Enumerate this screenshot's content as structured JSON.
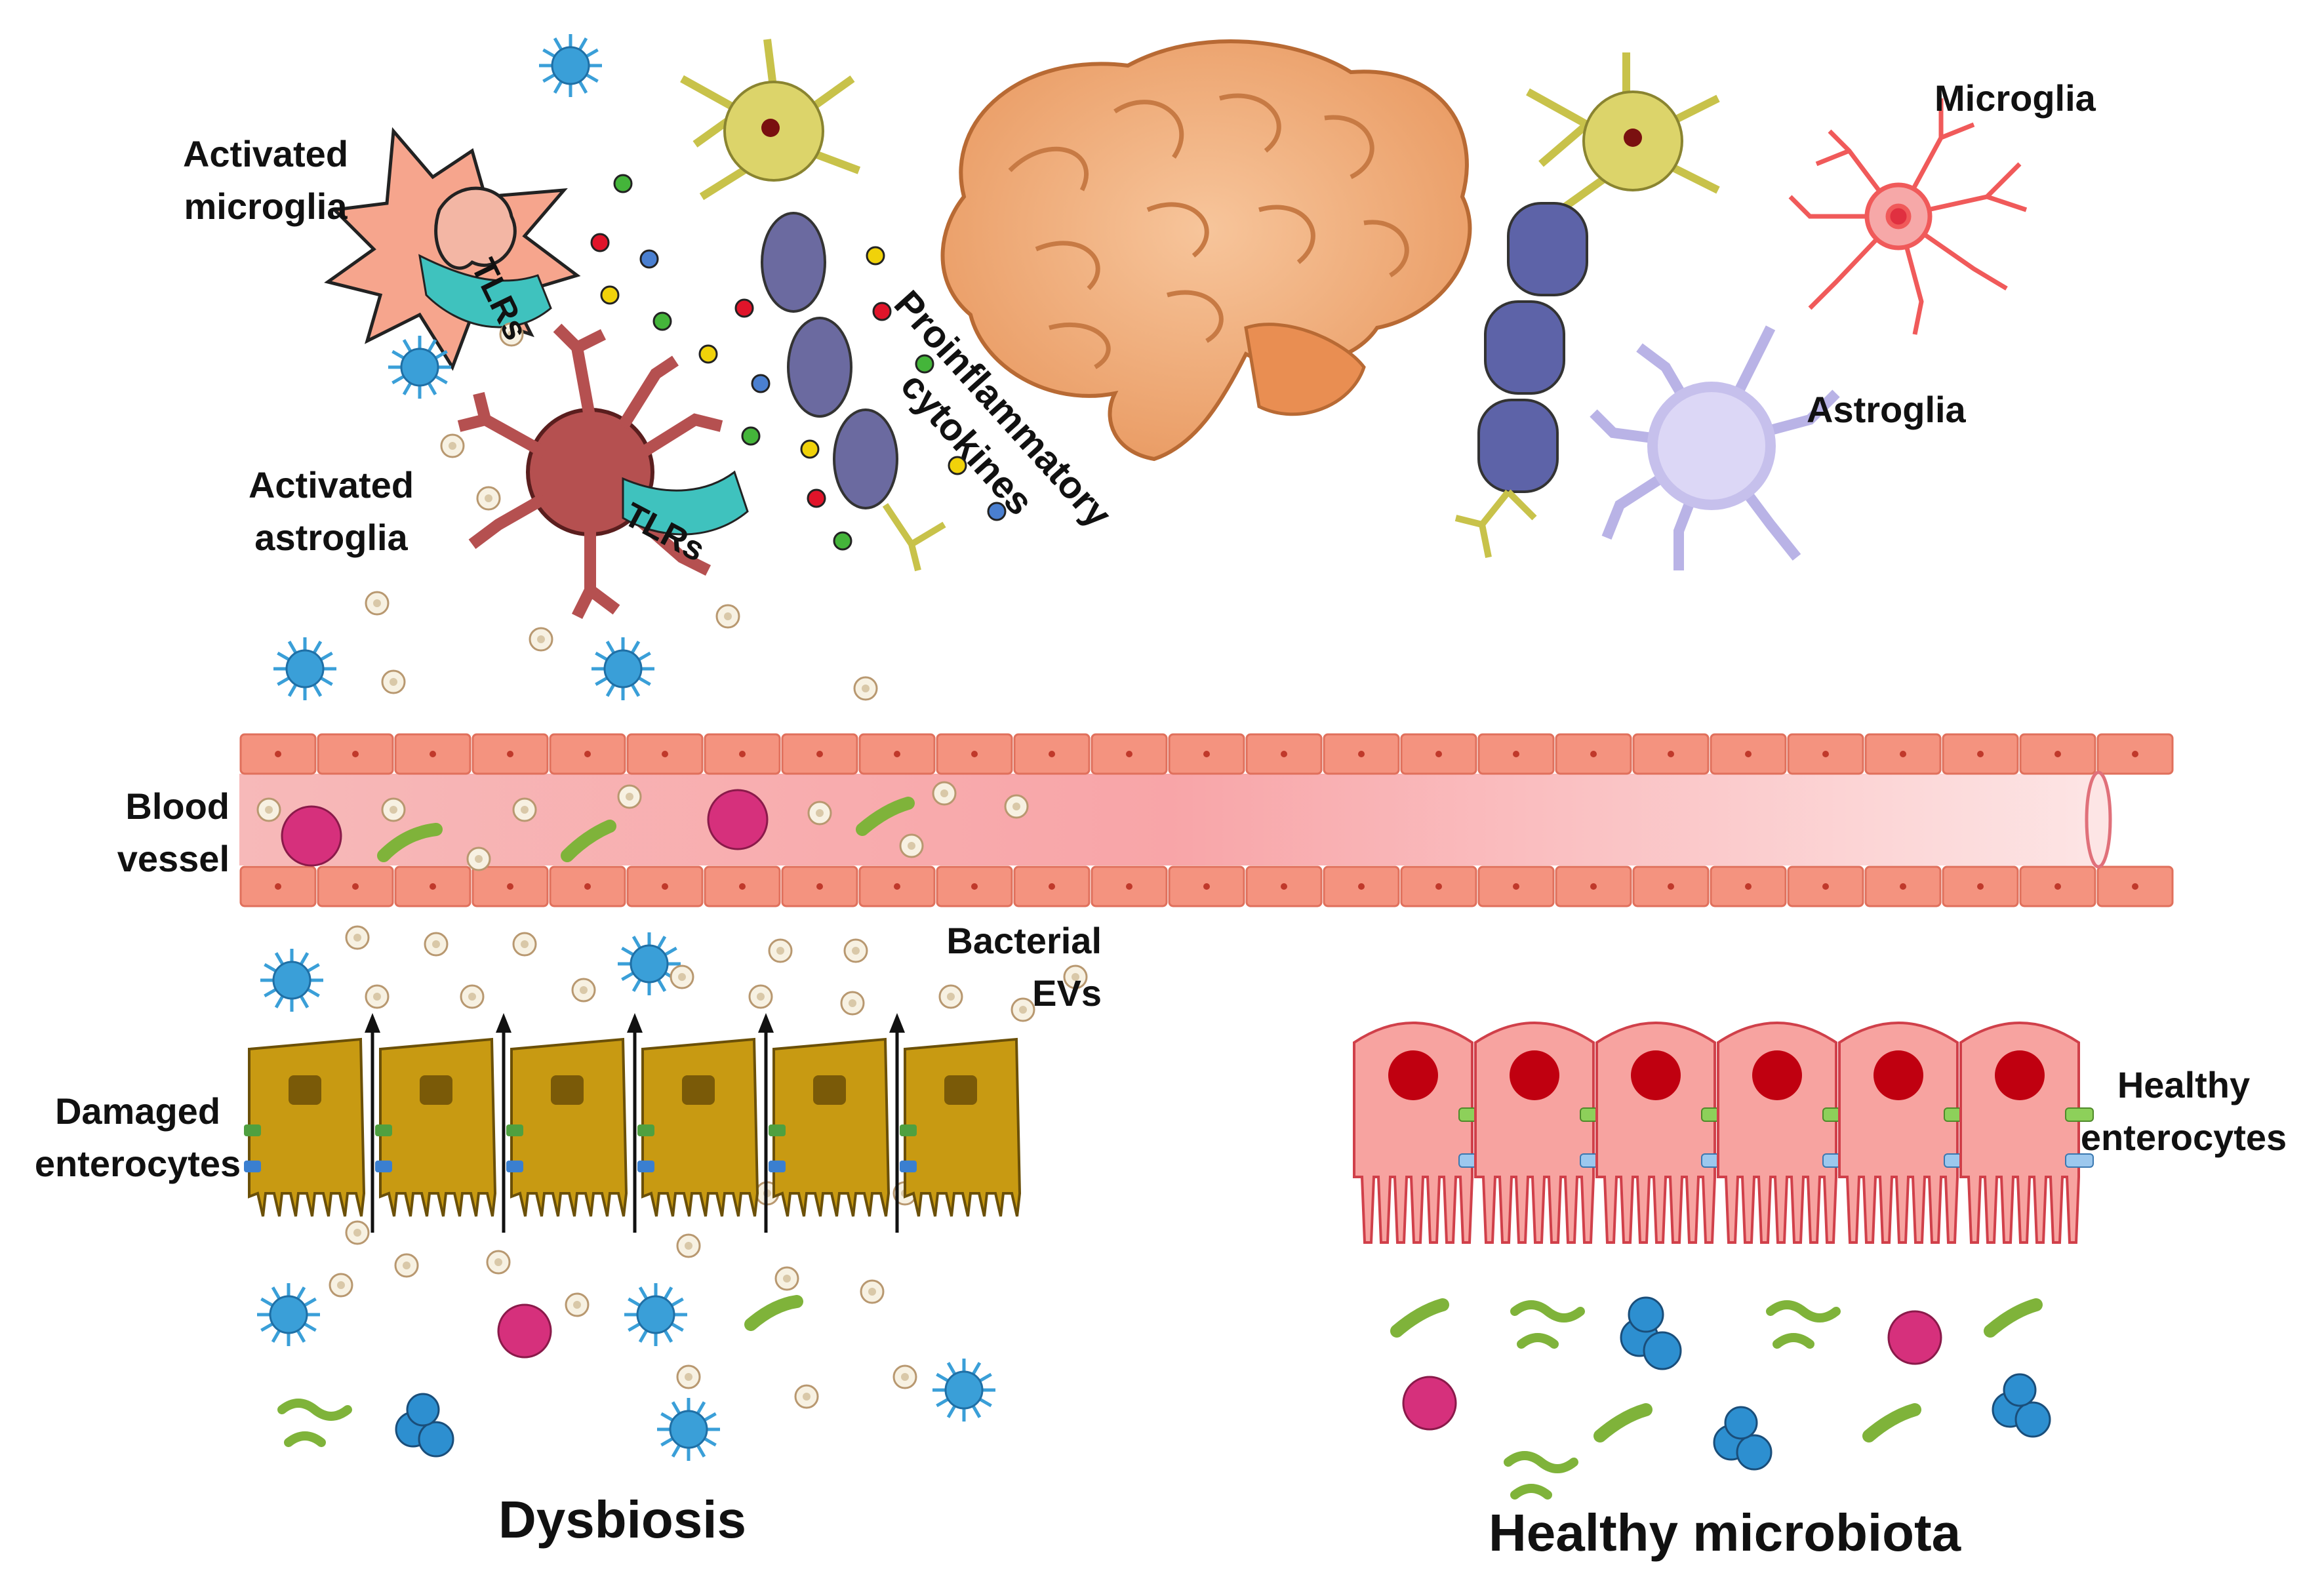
{
  "labels": {
    "activated_microglia": [
      "Activated",
      "microglia"
    ],
    "tlrs": "TLRs",
    "activated_astroglia": [
      "Activated",
      "astroglia"
    ],
    "proinflammatory_cytokines": [
      "Proinflammatory",
      "cytokines"
    ],
    "microglia": "Microglia",
    "astroglia": "Astroglia",
    "blood_vessel": [
      "Blood",
      "vessel"
    ],
    "bacterial_evs": [
      "Bacterial",
      "EVs"
    ],
    "damaged_enterocytes": [
      "Damaged",
      "enterocytes"
    ],
    "healthy_enterocytes": [
      "Healthy",
      "enterocytes"
    ],
    "dysbiosis": "Dysbiosis",
    "healthy_microbiota": "Healthy microbiota"
  },
  "colors": {
    "vessel_wall": "#f4937f",
    "vessel_lumen": "#fbd3d3",
    "damaged_cell": "#c89a12",
    "healthy_cell": "#f7a3a0",
    "healthy_nucleus": "#c00010",
    "myelin": "#5d63a8",
    "brain": "#f2b58a",
    "microglia_activated": "#f6a58d",
    "astroglia_activated": "#b55050",
    "tlr": "#3fc2be",
    "immune_cell": "#3a9fd8",
    "pink_cell": "#d6307c",
    "rod_bacterium": "#8db84a"
  }
}
